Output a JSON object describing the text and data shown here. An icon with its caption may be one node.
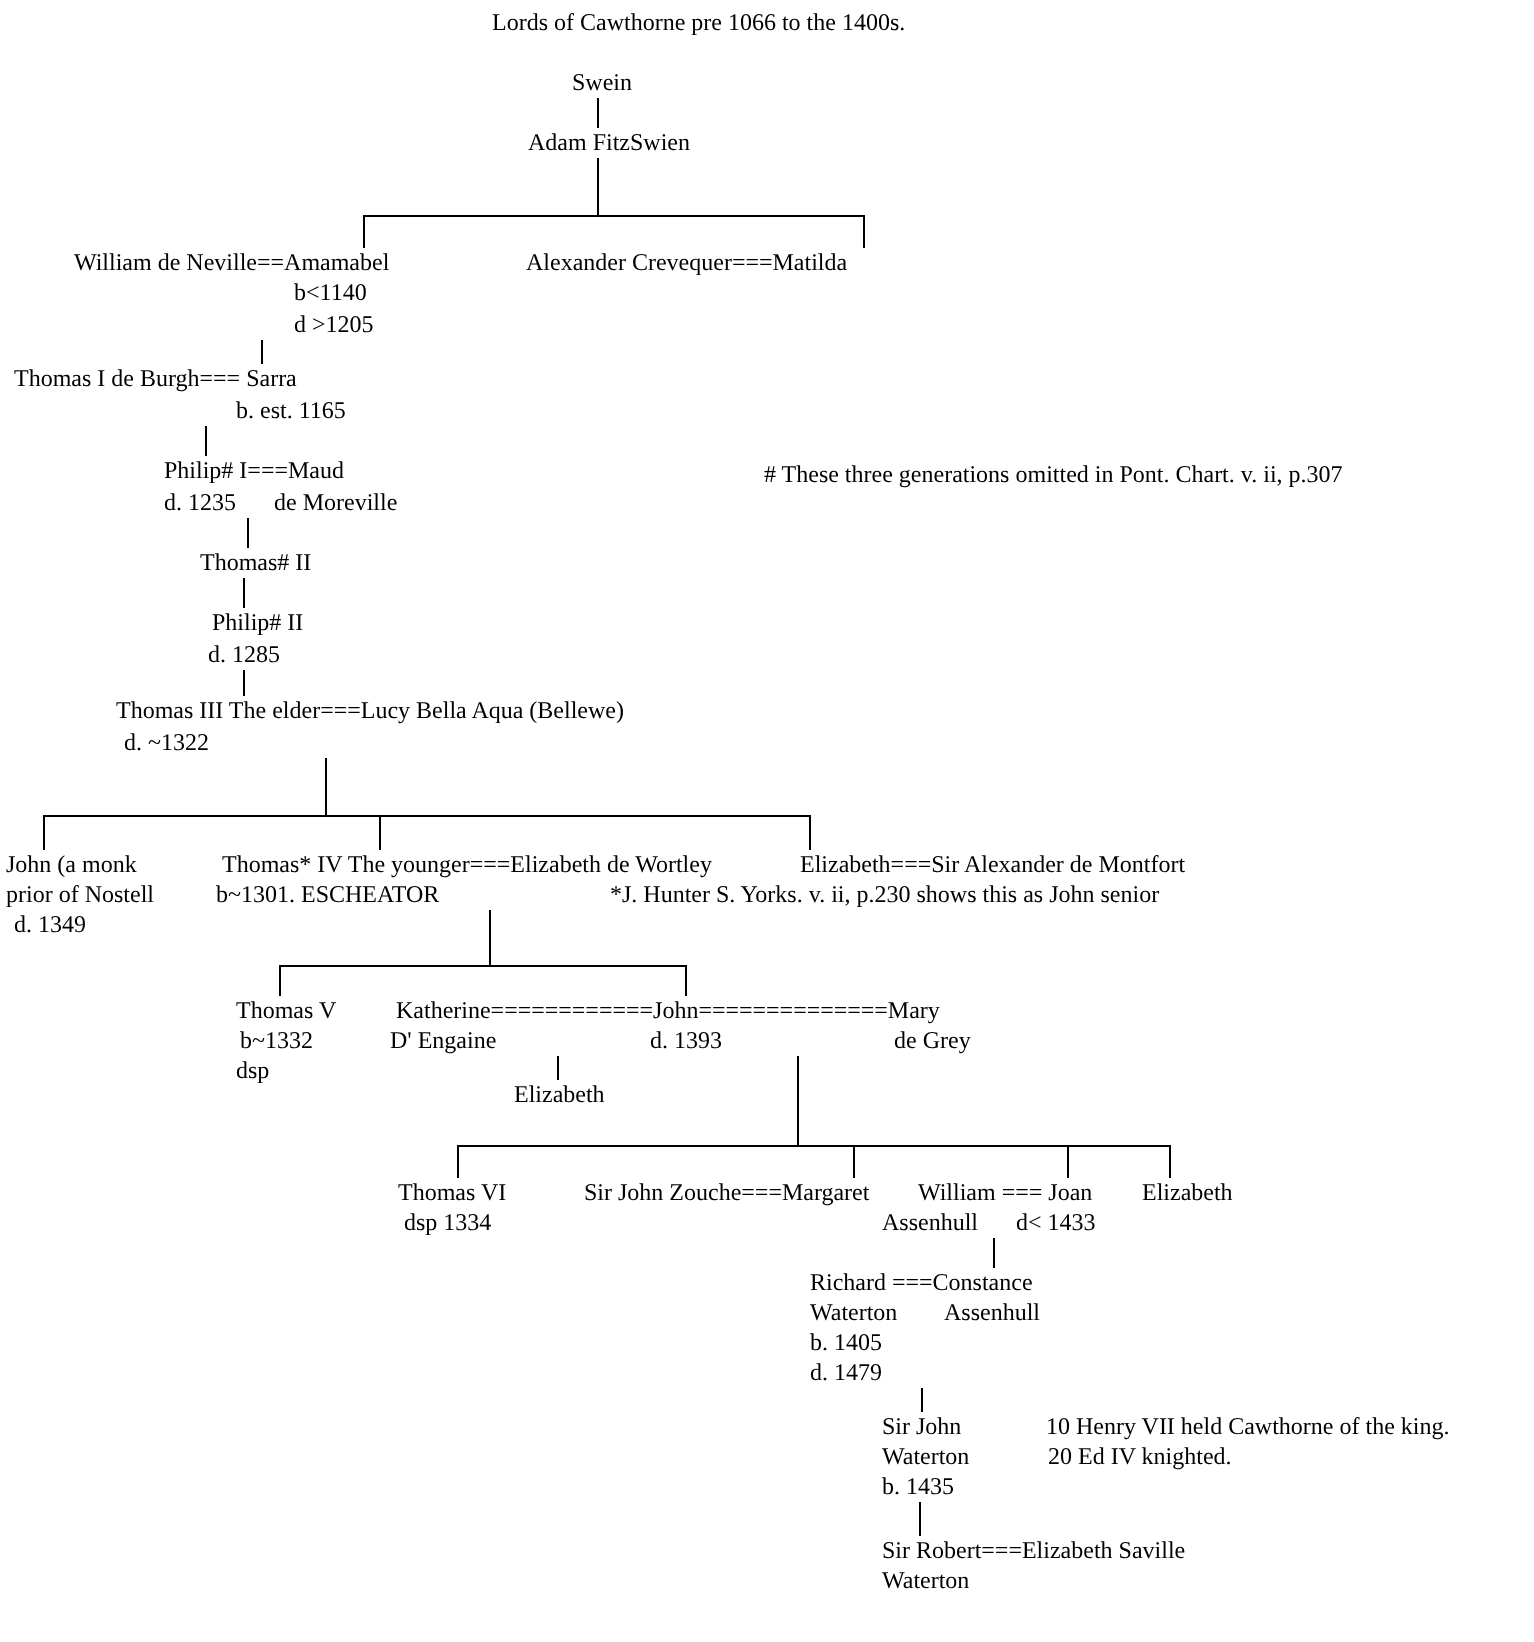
{
  "diagram": {
    "title": "Lords of Cawthorne pre 1066 to the 1400s.",
    "nodes": [
      {
        "text": [
          "Swein"
        ]
      },
      {
        "text": [
          "Adam FitzSwien"
        ]
      },
      {
        "text": [
          "William de Neville==Amamabel"
        ],
        "beside": [
          "b<1140",
          "d >1205"
        ]
      },
      {
        "text": [
          "Alexander Crevequer===Matilda"
        ]
      },
      {
        "text": [
          "Thomas I de Burgh=== Sarra"
        ],
        "beside": [
          "b. est. 1165"
        ]
      },
      {
        "text": [
          "Philip# I===Maud"
        ],
        "beside": [
          "d. 1235",
          "de Moreville"
        ]
      },
      {
        "text": [
          "Thomas# II"
        ]
      },
      {
        "text": [
          "Philip# II"
        ],
        "beside": [
          "d. 1285"
        ]
      },
      {
        "text": [
          "Thomas III The elder===Lucy Bella Aqua (Bellewe)"
        ],
        "beside": [
          "d. ~1322"
        ]
      },
      {
        "text": [
          "John (a monk prior of Nostell"
        ],
        "beside": [
          "d. 1349"
        ]
      },
      {
        "text": [
          "Thomas* IV The younger===Elizabeth de Wortley"
        ],
        "beside": [
          "b~1301. ESCHEATOR"
        ]
      },
      {
        "text": [
          "Elizabeth===Sir Alexander de Montfort"
        ]
      },
      {
        "text": [
          "Thomas V"
        ],
        "beside": [
          "b~1332",
          "dsp"
        ]
      },
      {
        "text": [
          "Katherine============John==============Mary"
        ],
        "beside": [
          "D' Engaine",
          "d. 1393",
          "de Grey"
        ]
      },
      {
        "text": [
          "Elizabeth"
        ]
      },
      {
        "text": [
          "Thomas VI"
        ],
        "beside": [
          "dsp 1334"
        ]
      },
      {
        "text": [
          "Sir John Zouche===Margaret"
        ]
      },
      {
        "text": [
          "William === Joan"
        ],
        "beside": [
          "Assenhull",
          "d< 1433"
        ]
      },
      {
        "text": [
          "Elizabeth"
        ]
      },
      {
        "text": [
          "Richard ===Constance"
        ],
        "beside": [
          "Waterton",
          "Assenhull",
          "b. 1405",
          "d. 1479"
        ]
      },
      {
        "text": [
          "Sir John Waterton"
        ],
        "beside": [
          "b. 1435"
        ]
      },
      {
        "text": [
          "Sir Robert===Elizabeth Saville"
        ],
        "beside": [
          "Waterton"
        ]
      }
    ],
    "edges": [
      {
        "from": 0,
        "to": 1,
        "arrow": "none"
      },
      {
        "from": 1,
        "to": 2,
        "arrow": "none"
      },
      {
        "from": 1,
        "to": 3,
        "arrow": "none"
      },
      {
        "from": 2,
        "to": 4,
        "arrow": "none"
      },
      {
        "from": 4,
        "to": 5,
        "arrow": "none"
      },
      {
        "from": 5,
        "to": 6,
        "arrow": "none"
      },
      {
        "from": 6,
        "to": 7,
        "arrow": "none"
      },
      {
        "from": 7,
        "to": 8,
        "arrow": "none"
      },
      {
        "from": 8,
        "to": 9,
        "arrow": "none"
      },
      {
        "from": 8,
        "to": 10,
        "arrow": "none"
      },
      {
        "from": 8,
        "to": 11,
        "arrow": "none"
      },
      {
        "from": 10,
        "to": 12,
        "arrow": "none"
      },
      {
        "from": 10,
        "to": 13,
        "arrow": "none"
      },
      {
        "from": 13,
        "to": 14,
        "arrow": "none"
      },
      {
        "from": 13,
        "to": 15,
        "arrow": "none"
      },
      {
        "from": 13,
        "to": 16,
        "arrow": "none"
      },
      {
        "from": 13,
        "to": 17,
        "arrow": "none"
      },
      {
        "from": 13,
        "to": 18,
        "arrow": "none"
      },
      {
        "from": 17,
        "to": 19,
        "arrow": "none"
      },
      {
        "from": 19,
        "to": 20,
        "arrow": "none"
      },
      {
        "from": 20,
        "to": 21,
        "arrow": "none"
      }
    ],
    "labels": [
      "# These three generations omitted in Pont. Chart. v. ii, p.307",
      "*J. Hunter S. Yorks. v. ii, p.230 shows this as John senior",
      "10 Henry VII held Cawthorne of the king.",
      "20 Ed IV knighted."
    ]
  }
}
